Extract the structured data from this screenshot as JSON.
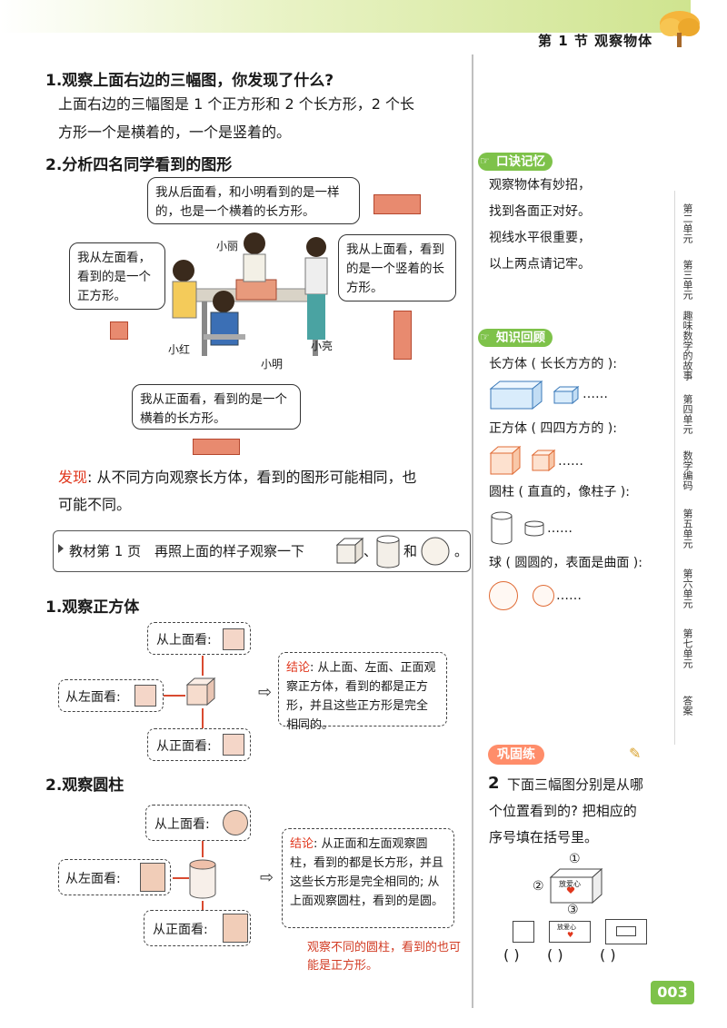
{
  "header": {
    "section": "第 1 节  观察物体"
  },
  "part1": {
    "q1_title": "1.观察上面右边的三幅图，你发现了什么?",
    "q1_answer_line1": "上面右边的三幅图是 1 个正方形和 2 个长方形，2 个长",
    "q1_answer_line2": "方形一个是横着的，一个是竖着的。",
    "q2_title": "2.分析四名同学看到的图形",
    "bubble_back": "我从后面看，和小明看到的是一样的，也是一个横着的长方形。",
    "bubble_left": "我从左面看，看到的是一个正方形。",
    "bubble_top": "我从上面看，看到的是一个竖着的长方形。",
    "bubble_front": "我从正面看，看到的是一个横着的长方形。",
    "name_xiaoli": "小丽",
    "name_xiaohong": "小红",
    "name_xiaoming": "小明",
    "name_xiaoliang": "小亮",
    "find_label": "发现",
    "find_text": ": 从不同方向观察长方体，看到的图形可能相同，也",
    "find_text2": "可能不同。"
  },
  "textbook": {
    "label": "教材第 1 页",
    "text": "再照上面的样子观察一下",
    "sep": "、",
    "and": "和",
    "end": "。"
  },
  "cube_section": {
    "title": "1.观察正方体",
    "top": "从上面看:",
    "left": "从左面看:",
    "front": "从正面看:",
    "conclusion_label": "结论",
    "conclusion": ": 从上面、左面、正面观察正方体，看到的都是正方形，并且这些正方形是完全相同的。"
  },
  "cyl_section": {
    "title": "2.观察圆柱",
    "top": "从上面看:",
    "left": "从左面看:",
    "front": "从正面看:",
    "conclusion_label": "结论",
    "conclusion": ": 从正面和左面观察圆柱，看到的都是长方形，并且这些长方形是完全相同的; 从上面观察圆柱，看到的是圆。",
    "note": "观察不同的圆柱，看到的也可能是正方形。"
  },
  "sidebar": {
    "memory_badge": "口诀记忆",
    "memory_lines": [
      "观察物体有妙招，",
      "找到各面正对好。",
      "视线水平很重要，",
      "以上两点请记牢。"
    ],
    "review_badge": "知识回顾",
    "cuboid": "长方体 ( 长长方方的 ):",
    "cube": "正方体 ( 四四方方的 ):",
    "cylinder": "圆柱 ( 直直的，像柱子 ):",
    "sphere": "球 ( 圆圆的，表面是曲面 ):",
    "ellipsis": "……",
    "tabs": [
      "第二单元",
      "第三单元",
      "趣味数学的故事",
      "第四单元",
      "数学编码",
      "第五单元",
      "第六单元",
      "第七单元",
      "答案"
    ]
  },
  "consolidate": {
    "badge": "巩固练",
    "q_num": "2",
    "q_line1": "下面三幅图分别是从哪",
    "q_line2": "个位置看到的? 把相应的",
    "q_line3": "序号填在括号里。",
    "box_label": "放爱心",
    "n1": "①",
    "n2": "②",
    "n3": "③",
    "paren": "(    )"
  },
  "page_number": "003"
}
